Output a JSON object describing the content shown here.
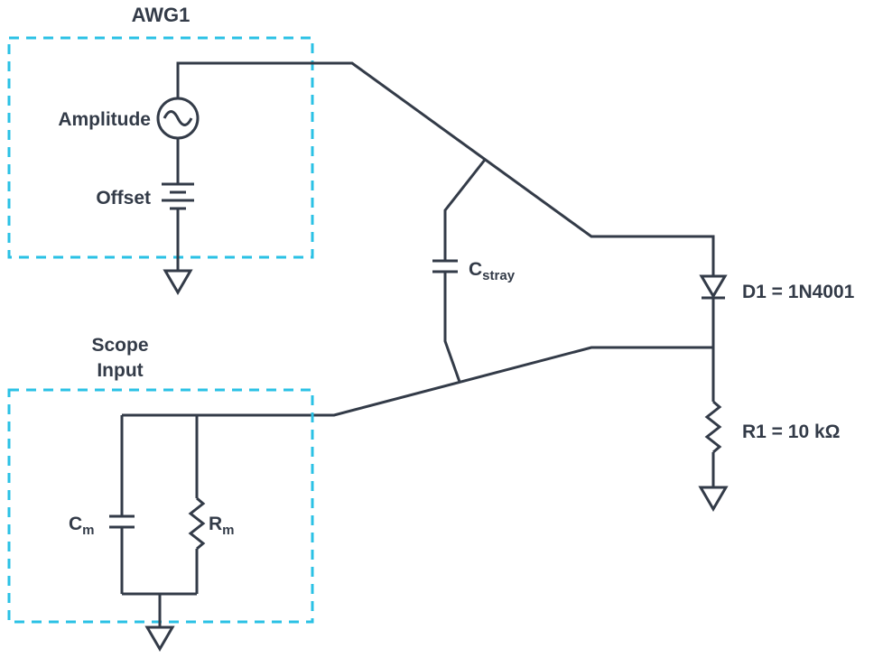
{
  "colors": {
    "stroke": "#333b48",
    "dashed_box": "#2ac1e5"
  },
  "awg1": {
    "title": "AWG1",
    "amplitude_label": "Amplitude",
    "offset_label": "Offset"
  },
  "cstray": {
    "main": "C",
    "sub": "stray"
  },
  "diode": {
    "label": "D1 = 1N4001"
  },
  "resistor_r1": {
    "label": "R1 = 10 kΩ"
  },
  "scope": {
    "title_line1": "Scope",
    "title_line2": "Input",
    "cm_main": "C",
    "cm_sub": "m",
    "rm_main": "R",
    "rm_sub": "m"
  }
}
